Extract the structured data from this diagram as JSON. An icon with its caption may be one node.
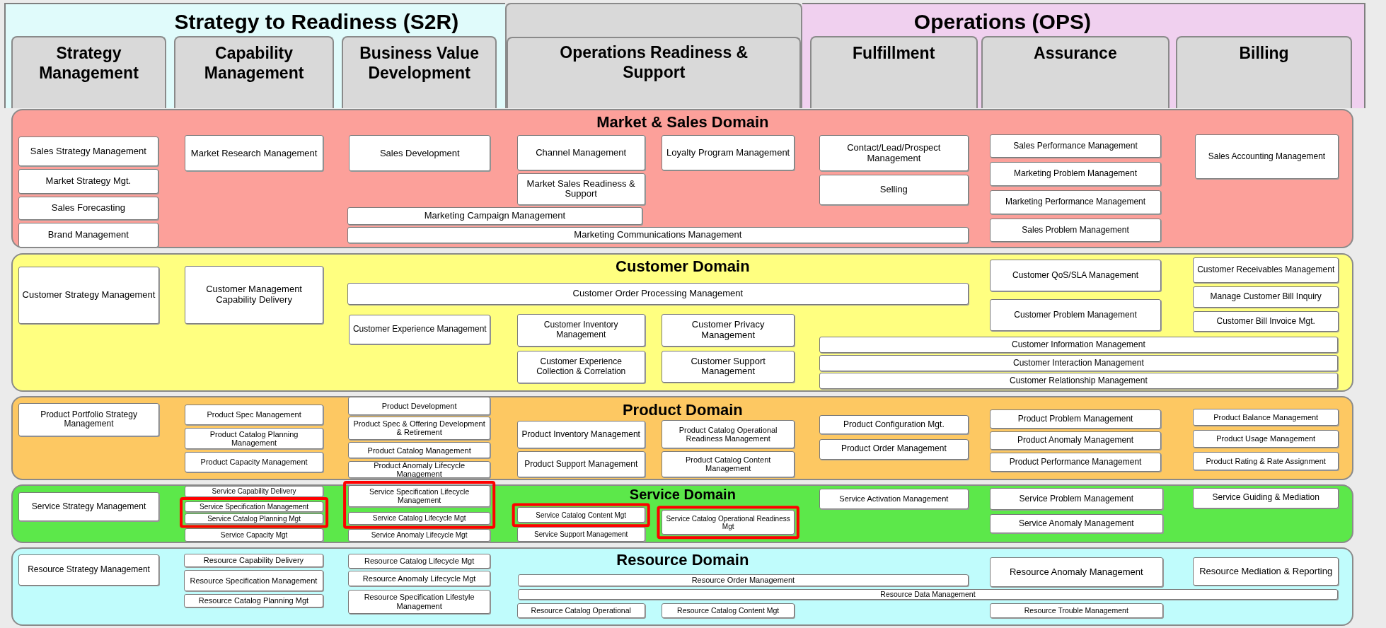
{
  "diagram": {
    "nodes": [
      {
        "text": [
          "Strategy to Readiness (S2R)"
        ]
      },
      {
        "text": [
          "Strategy Management"
        ],
        "in": 0
      },
      {
        "text": [
          "Capability Management"
        ],
        "in": 0
      },
      {
        "text": [
          "Business Value Development"
        ],
        "in": 0
      },
      {
        "text": [
          "Operations Readiness & Support"
        ]
      },
      {
        "text": [
          "Operations (OPS)"
        ]
      },
      {
        "text": [
          "Fulfillment"
        ],
        "in": 5
      },
      {
        "text": [
          "Assurance"
        ],
        "in": 5
      },
      {
        "text": [
          "Billing"
        ],
        "in": 5
      },
      {
        "text": [
          "Market & Sales Domain"
        ]
      },
      {
        "text": [
          "Sales Strategy Management"
        ],
        "in": 9
      },
      {
        "text": [
          "Market Strategy Mgt."
        ],
        "in": 9
      },
      {
        "text": [
          "Sales Forecasting"
        ],
        "in": 9
      },
      {
        "text": [
          "Brand Management"
        ],
        "in": 9
      },
      {
        "text": [
          "Market Research Management"
        ],
        "in": 9
      },
      {
        "text": [
          "Sales Development"
        ],
        "in": 9
      },
      {
        "text": [
          "Channel Management"
        ],
        "in": 9
      },
      {
        "text": [
          "Market Sales Readiness & Support"
        ],
        "in": 9
      },
      {
        "text": [
          "Loyalty Program Management"
        ],
        "in": 9
      },
      {
        "text": [
          "Marketing Campaign Management"
        ],
        "in": 9
      },
      {
        "text": [
          "Marketing Communications Management"
        ],
        "in": 9
      },
      {
        "text": [
          "Contact/Lead/Prospect Management"
        ],
        "in": 9
      },
      {
        "text": [
          "Selling"
        ],
        "in": 9
      },
      {
        "text": [
          "Sales Performance Management"
        ],
        "in": 9
      },
      {
        "text": [
          "Marketing Problem Management"
        ],
        "in": 9
      },
      {
        "text": [
          "Marketing Performance Management"
        ],
        "in": 9
      },
      {
        "text": [
          "Sales Problem Management"
        ],
        "in": 9
      },
      {
        "text": [
          "Sales Accounting Management"
        ],
        "in": 9
      },
      {
        "text": [
          "Customer Domain"
        ]
      },
      {
        "text": [
          "Customer Strategy Management"
        ],
        "in": 28
      },
      {
        "text": [
          "Customer Management Capability Delivery"
        ],
        "in": 28
      },
      {
        "text": [
          "Customer Order Processing Management"
        ],
        "in": 28
      },
      {
        "text": [
          "Customer Experience Management"
        ],
        "in": 28
      },
      {
        "text": [
          "Customer Inventory Management"
        ],
        "in": 28
      },
      {
        "text": [
          "Customer Experience Collection & Correlation"
        ],
        "in": 28
      },
      {
        "text": [
          "Customer Privacy Management"
        ],
        "in": 28
      },
      {
        "text": [
          "Customer Support Management"
        ],
        "in": 28
      },
      {
        "text": [
          "Customer QoS/SLA Management"
        ],
        "in": 28
      },
      {
        "text": [
          "Customer Problem Management"
        ],
        "in": 28
      },
      {
        "text": [
          "Customer Receivables Management"
        ],
        "in": 28
      },
      {
        "text": [
          "Manage Customer Bill Inquiry"
        ],
        "in": 28
      },
      {
        "text": [
          "Customer Bill Invoice Mgt."
        ],
        "in": 28
      },
      {
        "text": [
          "Customer Information Management"
        ],
        "in": 28
      },
      {
        "text": [
          "Customer Interaction Management"
        ],
        "in": 28
      },
      {
        "text": [
          "Customer Relationship Management"
        ],
        "in": 28
      },
      {
        "text": [
          "Product Domain"
        ]
      },
      {
        "text": [
          "Product Portfolio Strategy Management"
        ],
        "in": 45
      },
      {
        "text": [
          "Product Spec Management"
        ],
        "in": 45
      },
      {
        "text": [
          "Product Catalog Planning Management"
        ],
        "in": 45
      },
      {
        "text": [
          "Product Capacity Management"
        ],
        "in": 45
      },
      {
        "text": [
          "Product Development"
        ],
        "in": 45
      },
      {
        "text": [
          "Product Spec & Offering Development & Retirement"
        ],
        "in": 45
      },
      {
        "text": [
          "Product Catalog Management"
        ],
        "in": 45
      },
      {
        "text": [
          "Product Anomaly Lifecycle Management"
        ],
        "in": 45
      },
      {
        "text": [
          "Product Inventory Management"
        ],
        "in": 45
      },
      {
        "text": [
          "Product Support Management"
        ],
        "in": 45
      },
      {
        "text": [
          "Product Catalog Operational Readiness Management"
        ],
        "in": 45
      },
      {
        "text": [
          "Product Catalog Content Management"
        ],
        "in": 45
      },
      {
        "text": [
          "Product Configuration Mgt."
        ],
        "in": 45
      },
      {
        "text": [
          "Product Order Management"
        ],
        "in": 45
      },
      {
        "text": [
          "Product Problem Management"
        ],
        "in": 45
      },
      {
        "text": [
          "Product Anomaly Management"
        ],
        "in": 45
      },
      {
        "text": [
          "Product Performance Management"
        ],
        "in": 45
      },
      {
        "text": [
          "Product Balance Management"
        ],
        "in": 45
      },
      {
        "text": [
          "Product Usage Management"
        ],
        "in": 45
      },
      {
        "text": [
          "Product Rating & Rate Assignment"
        ],
        "in": 45
      },
      {
        "text": [
          "Service Domain"
        ]
      },
      {
        "text": [
          "Service Strategy Management"
        ],
        "in": 66
      },
      {
        "text": [
          "Service Capability Delivery"
        ],
        "in": 66
      },
      {
        "text": [
          "Service Specification Management"
        ],
        "in": 66
      },
      {
        "text": [
          "Service Catalog Planning Mgt"
        ],
        "in": 66
      },
      {
        "text": [
          "Service Capacity Mgt"
        ],
        "in": 66
      },
      {
        "text": [
          "Service Specification Lifecycle Management"
        ],
        "in": 66
      },
      {
        "text": [
          "Service Catalog Lifecycle Mgt"
        ],
        "in": 66
      },
      {
        "text": [
          "Service Anomaly Lifecycle Mgt"
        ],
        "in": 66
      },
      {
        "text": [
          "Service Catalog Content Mgt"
        ],
        "in": 66
      },
      {
        "text": [
          "Service Support Management"
        ],
        "in": 66
      },
      {
        "text": [
          "Service Catalog Operational Readiness Mgt"
        ],
        "in": 66
      },
      {
        "text": [
          "Service Activation Management"
        ],
        "in": 66
      },
      {
        "text": [
          "Service Problem Management"
        ],
        "in": 66
      },
      {
        "text": [
          "Service Anomaly Management"
        ],
        "in": 66
      },
      {
        "text": [
          "Service Guiding & Mediation"
        ],
        "in": 66
      },
      {
        "text": [
          "Resource Domain"
        ]
      },
      {
        "text": [
          "Resource Strategy Management"
        ],
        "in": 82
      },
      {
        "text": [
          "Resource Capability Delivery"
        ],
        "in": 82
      },
      {
        "text": [
          "Resource Specification Management"
        ],
        "in": 82
      },
      {
        "text": [
          "Resource Catalog Planning Mgt"
        ],
        "in": 82
      },
      {
        "text": [
          "Resource Catalog Lifecycle Mgt"
        ],
        "in": 82
      },
      {
        "text": [
          "Resource Anomaly Lifecycle Mgt"
        ],
        "in": 82
      },
      {
        "text": [
          "Resource Specification Lifestyle Management"
        ],
        "in": 82
      },
      {
        "text": [
          "Resource Order Management"
        ],
        "in": 82
      },
      {
        "text": [
          "Resource Data Management"
        ],
        "in": 82
      },
      {
        "text": [
          "Resource Catalog Operational"
        ],
        "in": 82
      },
      {
        "text": [
          "Resource Catalog Content Mgt"
        ],
        "in": 82
      },
      {
        "text": [
          "Resource Anomaly Management"
        ],
        "in": 82
      },
      {
        "text": [
          "Resource Mediation & Reporting"
        ],
        "in": 82
      },
      {
        "text": [
          "Resource Trouble Management"
        ],
        "in": 82
      }
    ]
  }
}
